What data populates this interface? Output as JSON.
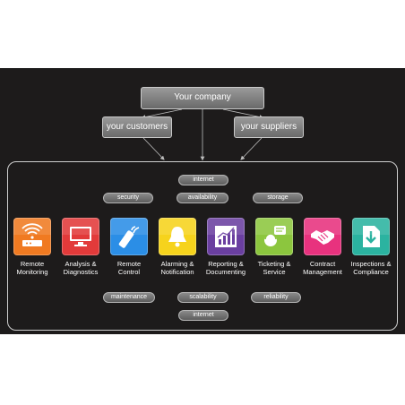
{
  "company": "Your company",
  "customers": "your customers",
  "suppliers": "your suppliers",
  "top_tags": [
    "internet",
    "security",
    "availability",
    "storage"
  ],
  "bottom_tags": [
    "maintenance",
    "scalability",
    "reliability",
    "internet"
  ],
  "tiles": [
    {
      "label_line1": "Remote",
      "label_line2": "Monitoring",
      "color": "#f07a21",
      "icon": "router-icon"
    },
    {
      "label_line1": "Analysis &",
      "label_line2": "Diagnostics",
      "color": "#e23a3a",
      "icon": "monitor-icon"
    },
    {
      "label_line1": "Remote",
      "label_line2": "Control",
      "color": "#2b8ee6",
      "icon": "remote-control-icon"
    },
    {
      "label_line1": "Alarming &",
      "label_line2": "Notification",
      "color": "#f6d31c",
      "icon": "bell-icon"
    },
    {
      "label_line1": "Reporting &",
      "label_line2": "Documenting",
      "color": "#6a3fa0",
      "icon": "bar-chart-icon"
    },
    {
      "label_line1": "Ticketing &",
      "label_line2": "Service",
      "color": "#8cc63e",
      "icon": "support-headset-icon"
    },
    {
      "label_line1": "Contract",
      "label_line2": "Management",
      "color": "#e8327e",
      "icon": "handshake-icon"
    },
    {
      "label_line1": "Inspections &",
      "label_line2": "Compliance",
      "color": "#2bb3a0",
      "icon": "document-download-icon"
    }
  ]
}
